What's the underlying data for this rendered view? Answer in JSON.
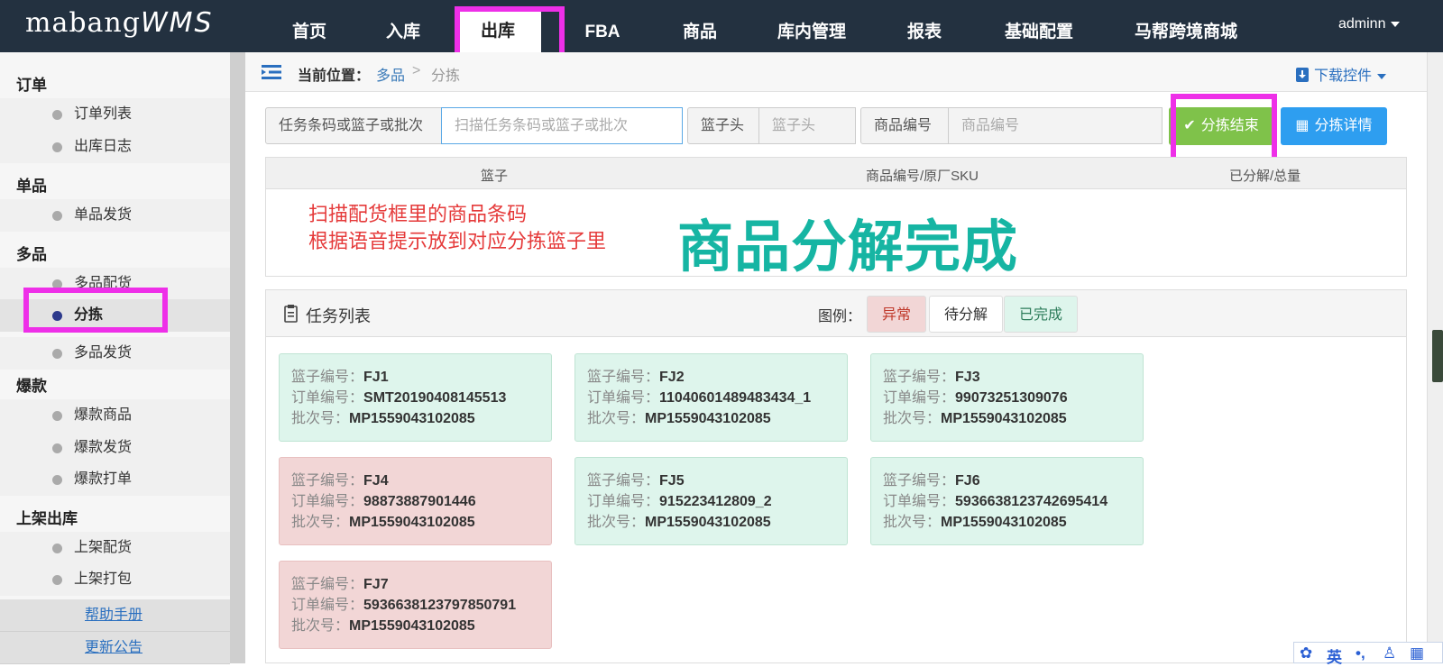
{
  "brand": {
    "prefix": "mabang",
    "suffix": "WMS"
  },
  "nav": [
    {
      "label": "首页"
    },
    {
      "label": "入库"
    },
    {
      "label": "出库",
      "active": true
    },
    {
      "label": "FBA"
    },
    {
      "label": "商品"
    },
    {
      "label": "库内管理"
    },
    {
      "label": "报表"
    },
    {
      "label": "基础配置"
    },
    {
      "label": "马帮跨境商城"
    }
  ],
  "user": "adminn",
  "sidebar": {
    "groups": [
      {
        "title": "订单",
        "items": [
          "订单列表",
          "出库日志"
        ]
      },
      {
        "title": "单品",
        "items": [
          "单品发货"
        ]
      },
      {
        "title": "多品",
        "items": [
          "多品配货",
          "分拣",
          "多品发货"
        ]
      },
      {
        "title": "爆款",
        "items": [
          "爆款商品",
          "爆款发货",
          "爆款打单"
        ]
      },
      {
        "title": "上架出库",
        "items": [
          "上架配货",
          "上架打包"
        ]
      }
    ],
    "active_item": "分拣",
    "footer_links": [
      "帮助手册",
      "更新公告"
    ]
  },
  "breadcrumb": {
    "label": "当前位置：",
    "parent": "多品",
    "separator": ">",
    "current": "分拣"
  },
  "download_controls": "下载控件",
  "scan": {
    "task_label": "任务条码或篮子或批次",
    "task_placeholder": "扫描任务条码或篮子或批次",
    "basket_label": "篮子头",
    "basket_placeholder": "篮子头",
    "sku_label": "商品编号",
    "sku_placeholder": "商品编号",
    "finish_button": "分拣结束",
    "detail_button": "分拣详情"
  },
  "result_table": {
    "headers": [
      "篮子",
      "商品编号/原厂SKU",
      "已分解/总量"
    ],
    "hint_lines": [
      "扫描配货框里的商品条码",
      "根据语音提示放到对应分拣篮子里"
    ],
    "done_message": "商品分解完成"
  },
  "task_list": {
    "title": "任务列表",
    "legend_label": "图例：",
    "legend": [
      "异常",
      "待分解",
      "已完成"
    ],
    "field_labels": {
      "basket": "篮子编号：",
      "order": "订单编号：",
      "batch": "批次号："
    },
    "cards": [
      {
        "basket": "FJ1",
        "order": "SMT20190408145513",
        "batch": "MP1559043102085",
        "status": "已完成"
      },
      {
        "basket": "FJ2",
        "order": "11040601489483434_1",
        "batch": "MP1559043102085",
        "status": "已完成"
      },
      {
        "basket": "FJ3",
        "order": "99073251309076",
        "batch": "MP1559043102085",
        "status": "已完成"
      },
      {
        "basket": "FJ4",
        "order": "98873887901446",
        "batch": "MP1559043102085",
        "status": "异常"
      },
      {
        "basket": "FJ5",
        "order": "915223412809_2",
        "batch": "MP1559043102085",
        "status": "已完成"
      },
      {
        "basket": "FJ6",
        "order": "5936638123742695414",
        "batch": "MP1559043102085",
        "status": "已完成"
      },
      {
        "basket": "FJ7",
        "order": "5936638123797850791",
        "batch": "MP1559043102085",
        "status": "异常"
      }
    ]
  },
  "ime": {
    "lang": "英"
  },
  "colors": {
    "topbar": "#233140",
    "highlight": "#ee2fe8",
    "finish_button": "#7fc24a",
    "detail_button": "#2e9ef0",
    "done_text": "#16b5a3",
    "hint_text": "#e53a3a"
  }
}
